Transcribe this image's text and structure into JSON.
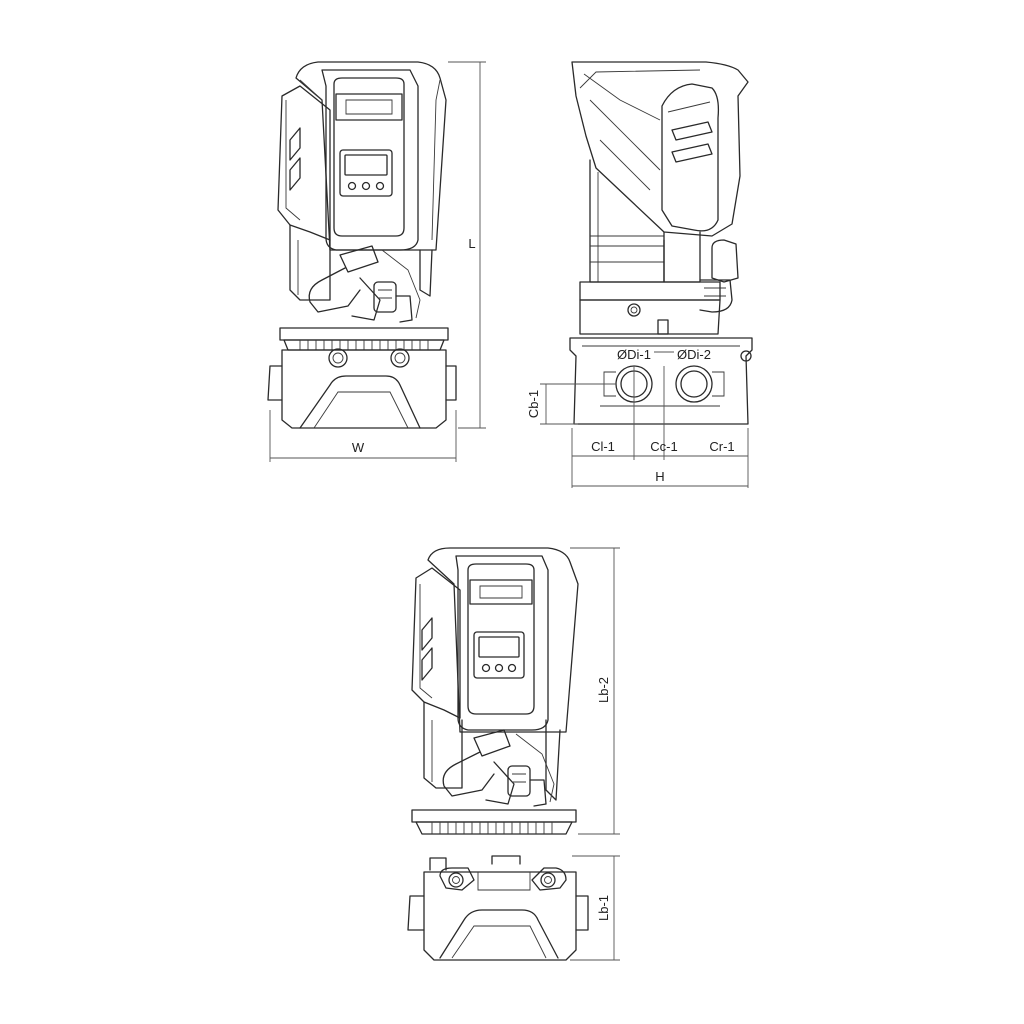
{
  "dimension_labels": {
    "L": "L",
    "W": "W",
    "Cb_1": "Cb-1",
    "Cl_1": "Cl-1",
    "Cc_1": "Cc-1",
    "Cr_1": "Cr-1",
    "H": "H",
    "Di_1": "ØDi-1",
    "Di_2": "ØDi-2",
    "Lb_2": "Lb-2",
    "Lb_1": "Lb-1"
  },
  "colors": {
    "line": "#2a2a2a",
    "dimension": "#555555",
    "background": "#ffffff"
  }
}
